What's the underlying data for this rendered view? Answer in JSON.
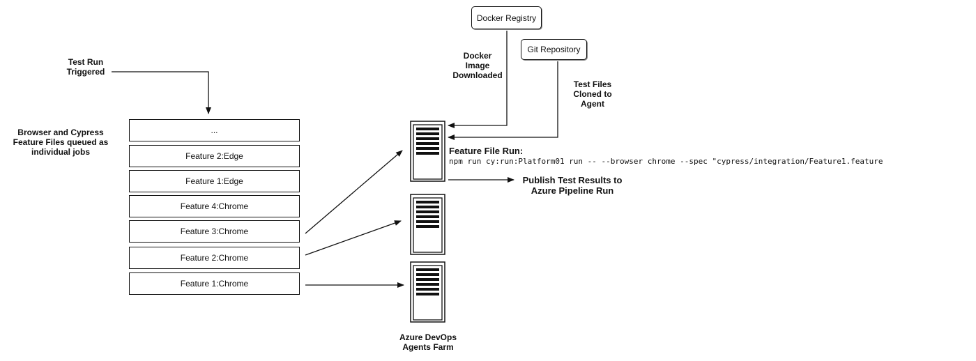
{
  "trigger": {
    "label_line1": "Test Run",
    "label_line2": "Triggered"
  },
  "queue_note": {
    "line1": "Browser and Cypress",
    "line2": "Feature Files queued as",
    "line3": "individual jobs"
  },
  "queue": {
    "jobs": [
      "...",
      "Feature 2:Edge",
      "Feature 1:Edge",
      "Feature 4:Chrome",
      "Feature 3:Chrome",
      "Feature 2:Chrome",
      "Feature 1:Chrome"
    ]
  },
  "docker_registry": {
    "label": "Docker Registry",
    "edge_line1": "Docker",
    "edge_line2": "Image",
    "edge_line3": "Downloaded"
  },
  "git_repository": {
    "label": "Git Repository",
    "edge_line1": "Test Files",
    "edge_line2": "Cloned to",
    "edge_line3": "Agent"
  },
  "agent_run": {
    "title": "Feature File Run:",
    "command": "npm run cy:run:Platform01 run -- --browser chrome --spec \"cypress/integration/Feature1.feature"
  },
  "publish": {
    "line1": "Publish Test Results to",
    "line2": "Azure Pipeline Run"
  },
  "agents_farm": {
    "line1": "Azure DevOps",
    "line2": "Agents Farm"
  }
}
